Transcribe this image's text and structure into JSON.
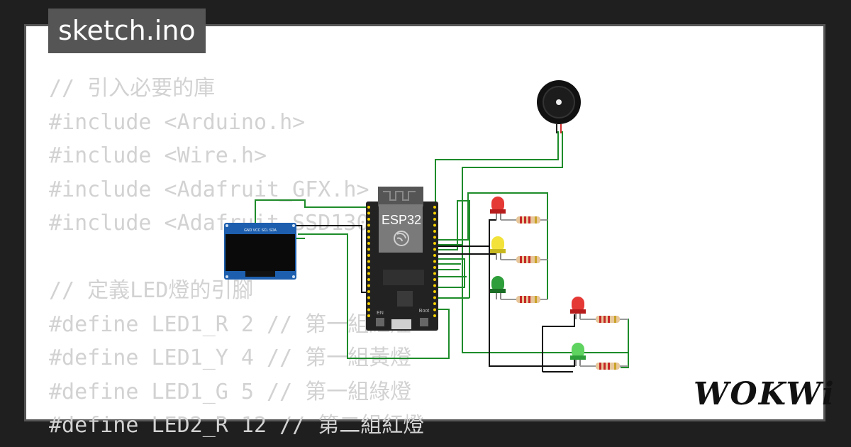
{
  "tab": {
    "filename": "sketch.ino"
  },
  "code_lines": [
    "// 引入必要的庫",
    "#include <Arduino.h>",
    "#include <Wire.h>",
    "#include <Adafruit_GFX.h>",
    "#include <Adafruit_SSD1306.h>",
    "",
    "// 定義LED燈的引腳",
    "#define LED1_R 2 // 第一組紅燈",
    "#define LED1_Y 4 // 第一組黃燈",
    "#define LED1_G 5 // 第一組綠燈",
    "#define LED2_R 12 // 第二組紅燈"
  ],
  "board": {
    "label": "ESP32",
    "boot_label": "Boot",
    "en_label": "EN"
  },
  "oled": {
    "pins_label": "GND VCC SCL SDA"
  },
  "logo": {
    "text": "WOKWi"
  },
  "colors": {
    "wire_green": "#1e8c2a",
    "wire_black": "#111111",
    "led_red": "#e53935",
    "led_yellow": "#f2e23a",
    "led_green": "#2e9e3a",
    "led_green_light": "#5fd35f",
    "board": "#222222",
    "pin": "#f5d000",
    "oled_frame": "#1d5fae"
  }
}
